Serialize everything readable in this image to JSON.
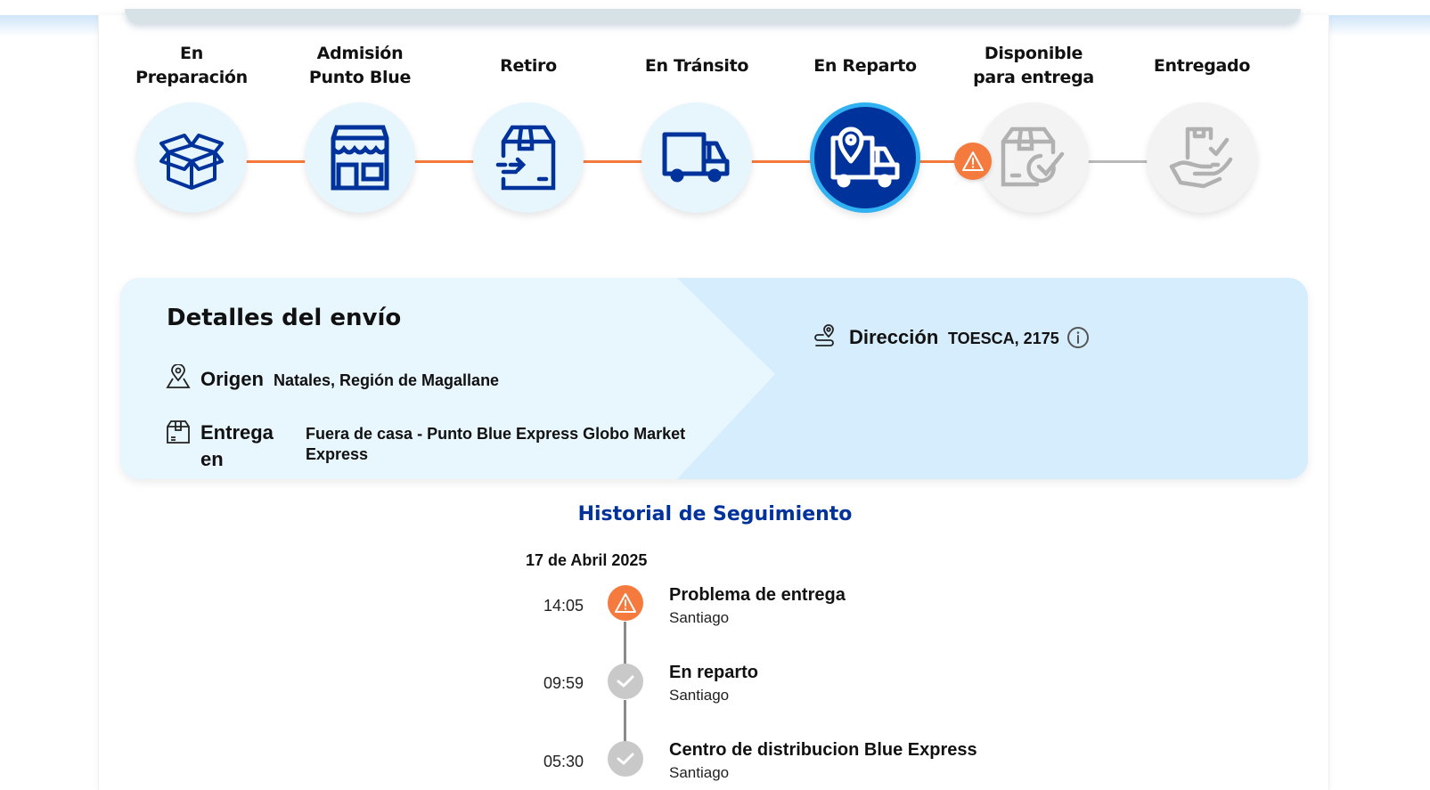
{
  "steps": [
    {
      "label_line1": "En",
      "label_line2": "Preparación",
      "icon": "open-box-icon",
      "state": "done"
    },
    {
      "label_line1": "Admisión",
      "label_line2": "Punto Blue",
      "icon": "store-icon",
      "state": "done"
    },
    {
      "label_line1": "Retiro",
      "label_line2": "",
      "icon": "box-pickup-icon",
      "state": "done"
    },
    {
      "label_line1": "En Tránsito",
      "label_line2": "",
      "icon": "truck-icon",
      "state": "done"
    },
    {
      "label_line1": "En Reparto",
      "label_line2": "",
      "icon": "delivery-truck-pin-icon",
      "state": "active"
    },
    {
      "label_line1": "Disponible",
      "label_line2": "para entrega",
      "icon": "box-check-icon",
      "state": "pending"
    },
    {
      "label_line1": "Entregado",
      "label_line2": "",
      "icon": "hand-box-check-icon",
      "state": "pending"
    }
  ],
  "colors": {
    "brand_blue": "#00329c",
    "active_ring": "#2fb1f2",
    "warning_orange": "#f47a3e",
    "pending_grey": "#b9b9b9",
    "done_bg": "#e7f5fd",
    "details_left_bg": "#e8f6fe",
    "details_right_bg": "#d5edfc"
  },
  "details": {
    "title": "Detalles del envío",
    "origin_label": "Origen",
    "origin_value": "Natales, Región de Magallane",
    "delivery_label_line1": "Entrega",
    "delivery_label_line2": "en",
    "delivery_value_line1": "Fuera de casa - Punto Blue Express Globo Market",
    "delivery_value_line2": "Express",
    "address_label": "Dirección",
    "address_value": "TOESCA, 2175"
  },
  "history": {
    "title": "Historial de Seguimiento",
    "date": "17 de Abril 2025",
    "events": [
      {
        "time": "14:05",
        "title": "Problema de entrega",
        "location": "Santiago",
        "status": "warning"
      },
      {
        "time": "09:59",
        "title": "En reparto",
        "location": "Santiago",
        "status": "done"
      },
      {
        "time": "05:30",
        "title": "Centro de distribucion Blue Express",
        "location": "Santiago",
        "status": "done"
      }
    ]
  }
}
